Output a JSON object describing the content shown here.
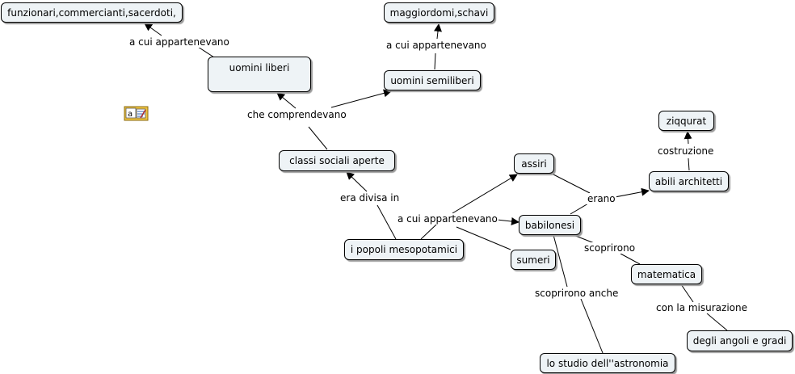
{
  "nodes": {
    "funzionari": "funzionari,commercianti,sacerdoti,",
    "maggiordomi": "maggiordomi,schavi",
    "uomini_liberi": "uomini liberi",
    "uomini_semiliberi": "uomini semiliberi",
    "classi_sociali": "classi sociali aperte",
    "ziqqurat": "ziqqurat",
    "assiri": "assiri",
    "abili_architetti": "abili architetti",
    "babilonesi": "babilonesi",
    "popoli": "i popoli mesopotamici",
    "sumeri": "sumeri",
    "matematica": "matematica",
    "angoli": "degli angoli e gradi",
    "astronomia": "lo studio dell''astronomia"
  },
  "links": {
    "appartenevano_1": "a cui appartenevano",
    "appartenevano_2": "a cui appartenevano",
    "comprendevano": "che comprendevano",
    "costruzione": "costruzione",
    "era_divisa": "era divisa in",
    "appartenevano_3": "a cui appartenevano",
    "erano": "erano",
    "scoprirono": "scoprirono",
    "scoprirono_anche": "scoprirono anche",
    "misurazione": "con la misurazione"
  },
  "icons": {
    "annotation": "annotation-note-icon"
  },
  "colors": {
    "node_fill": "#eef3f6",
    "node_border": "#000000",
    "line": "#000000"
  }
}
